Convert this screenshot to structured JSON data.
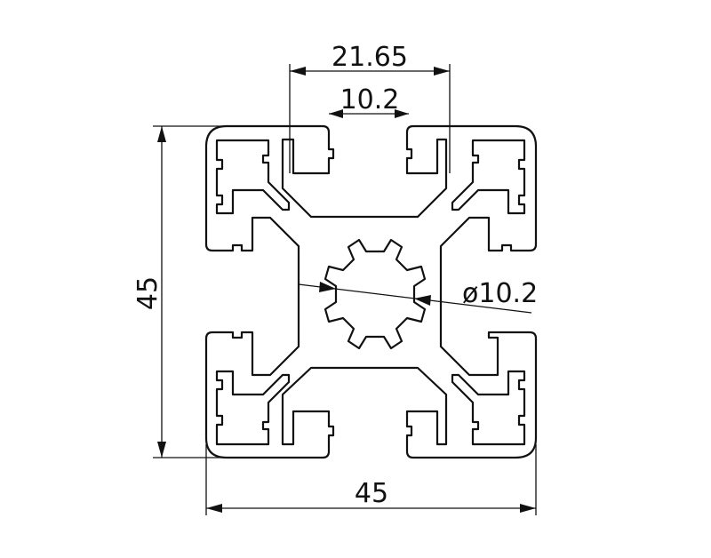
{
  "drawing": {
    "line_color": "#111111",
    "background": "#ffffff"
  },
  "dimensions": {
    "slot_width": "21.65",
    "slot_opening": "10.2",
    "height": "45",
    "width": "45",
    "bore_diameter": "ø10.2"
  }
}
